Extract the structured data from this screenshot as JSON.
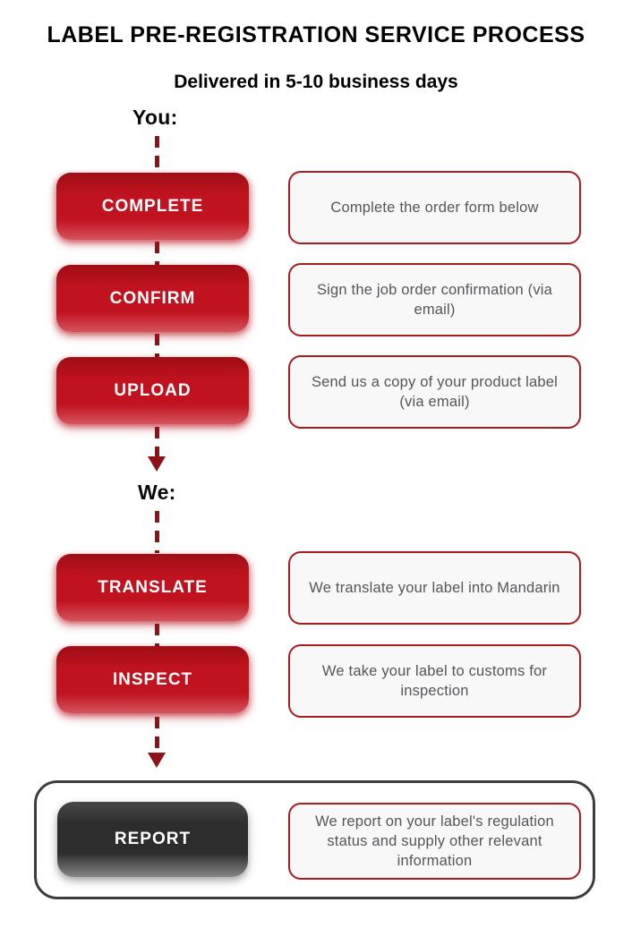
{
  "header": {
    "title": "LABEL PRE-REGISTRATION SERVICE PROCESS",
    "subtitle": "Delivered in 5-10 business days"
  },
  "you_section": {
    "label": "You:",
    "steps": [
      {
        "button": "COMPLETE",
        "description": "Complete the order form below"
      },
      {
        "button": "CONFIRM",
        "description": "Sign the job order confirmation (via email)"
      },
      {
        "button": "UPLOAD",
        "description": "Send us a copy of your product label (via email)"
      }
    ]
  },
  "we_section": {
    "label": "We:",
    "steps": [
      {
        "button": "TRANSLATE",
        "description": "We translate your label into Mandarin"
      },
      {
        "button": "INSPECT",
        "description": "We take your label to customs for inspection"
      }
    ]
  },
  "report_section": {
    "button": "REPORT",
    "description": "We report on your label's regulation status and supply other relevant information"
  },
  "colors": {
    "step_button_red": "#c1131f",
    "step_button_red_dark": "#9f0e14",
    "connector_red": "#8e1216",
    "description_border_red": "#a81b1e",
    "description_background": "#f8f8f8",
    "description_text": "#55565a",
    "report_button_dark": "#2d2d2d",
    "final_box_border": "#3d3d3d",
    "title_text": "#000000"
  }
}
